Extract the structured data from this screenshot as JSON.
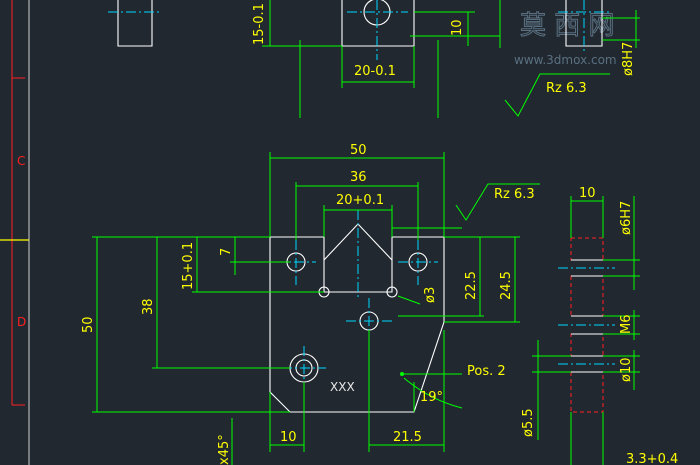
{
  "watermark": {
    "main": "莫 西 网",
    "url": "www.3dmox.com"
  },
  "top_view": {
    "dim_height": "15-0.1",
    "dim_small": "10",
    "dim_width": "20-0.1",
    "dim_bore": "ø8H7",
    "roughness": "Rz 6.3"
  },
  "main_view": {
    "dim_overall_width": "50",
    "dim_hole_spacing": "36",
    "dim_slot": "20+0.1",
    "roughness": "Rz 6.3",
    "dim_overall_height": "50",
    "dim_38": "38",
    "dim_15": "15+0.1",
    "dim_7": "7",
    "dim_22_5": "22.5",
    "dim_24_5": "24.5",
    "dim_radius": "ø3",
    "dim_10": "10",
    "dim_21_5": "21.5",
    "dim_chamfer": "x45°",
    "angle": "19°",
    "position_note": "Pos. 2",
    "marking": "XXX"
  },
  "side_view": {
    "dim_width": "10",
    "dim_bore_top": "ø6H7",
    "dim_thread": "M6",
    "dim_bore_mid": "ø10",
    "dim_bore_bottom": "ø5.5",
    "dim_depth": "3.3+0.4"
  },
  "frame": {
    "zone_c": "C",
    "zone_d": "D"
  }
}
